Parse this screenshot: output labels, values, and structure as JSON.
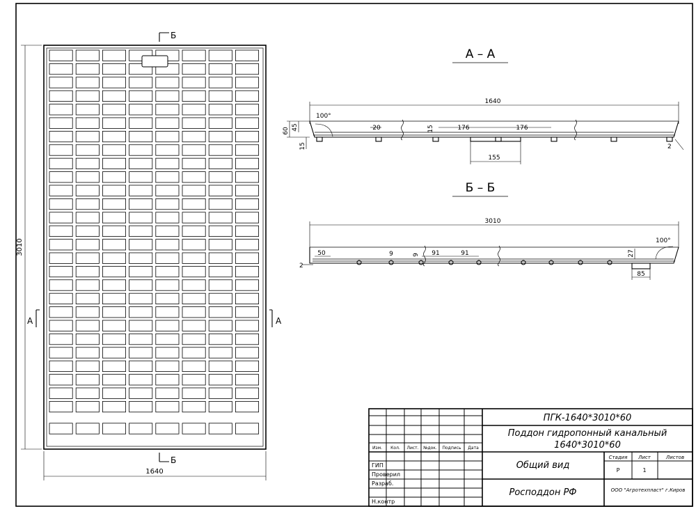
{
  "plan": {
    "width_dim": "1640",
    "height_dim": "3010",
    "section_a": "А",
    "section_b": "Б"
  },
  "section_aa": {
    "title": "А – А",
    "overall": "1640",
    "angle": "100°",
    "h60": "60",
    "h45": "45",
    "h15": "15",
    "w20": "20",
    "h15b": "15",
    "p176a": "176",
    "p176b": "176",
    "w155": "155",
    "t2": "2"
  },
  "section_bb": {
    "title": "Б – Б",
    "overall": "3010",
    "angle": "100°",
    "w50": "50",
    "d9a": "9",
    "d9b": "9",
    "p91a": "91",
    "p91b": "91",
    "h27": "27",
    "w85": "85",
    "t2": "2"
  },
  "title_block": {
    "code": "ПГК-1640*3010*60",
    "name_line1": "Поддон гидропонный канальный",
    "name_line2": "1640*3010*60",
    "view": "Общий вид",
    "company_short": "Росподдон РФ",
    "company_full": "ООО \"Агротехпласт\" г.Киров",
    "stage_label": "Стадия",
    "sheet_label": "Лист",
    "sheets_label": "Листов",
    "stage_value": "Р",
    "sheet_value": "1",
    "col_izm": "Изм.",
    "col_kol": "Кол.",
    "col_list": "Лист.",
    "col_ndok": "№док.",
    "col_podp": "Подпись",
    "col_data": "Дата",
    "row_gip": "ГИП",
    "row_prov": "Проверил",
    "row_razr": "Разраб.",
    "row_nkontr": "Н.контр"
  }
}
